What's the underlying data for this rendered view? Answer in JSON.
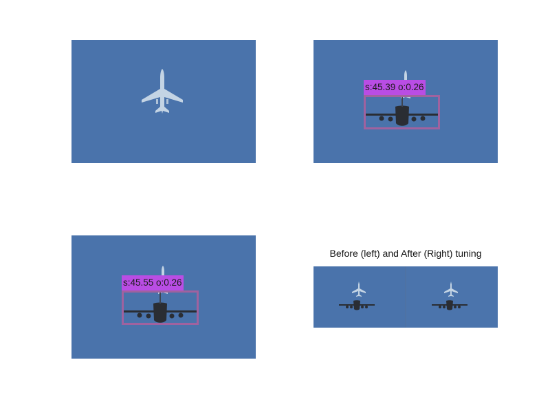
{
  "colors": {
    "sky": "#4a73ab",
    "sky_light": "#5079b1",
    "label_bg": "#b94de4",
    "box_border": "#a0629f",
    "plane_light": "#c4d4e4",
    "plane_dark": "#2a2d33"
  },
  "panels": [
    {
      "name": "original-image",
      "detection": null
    },
    {
      "name": "detection-a",
      "detection": {
        "label": "s:45.39 o:0.26"
      }
    },
    {
      "name": "detection-b",
      "detection": {
        "label": "s:45.55 o:0.26"
      }
    },
    {
      "name": "comparison",
      "title": "Before (left) and After (Right) tuning"
    }
  ]
}
